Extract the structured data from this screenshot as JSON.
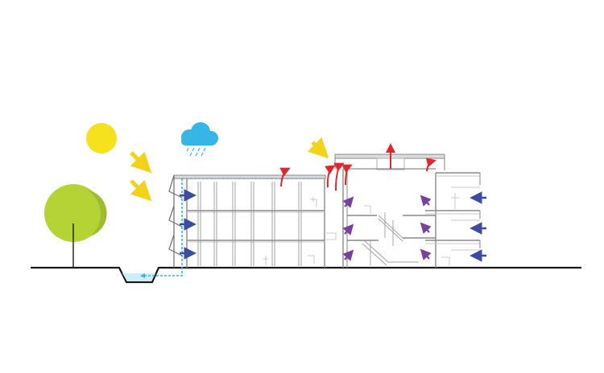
{
  "diagram": {
    "colors": {
      "background": "#ffffff",
      "ground_line": "#1a1a1a",
      "sun": "#f5e21c",
      "sun_rays": "#f3d21a",
      "cloud": "#35b6e6",
      "rain": "#35b6e6",
      "tree_crown": "#b5d334",
      "tree_crown_shade": "#8fae2c",
      "water_pipe": "#35b6e6",
      "basin_water": "#cdeef9",
      "cross_ventilation_arrow": "#3d4ba3",
      "stack_ventilation_arrow": "#7b3fa0",
      "exhaust_arrow": "#e3262c",
      "structure": "#8a8a8a",
      "structure_light": "#c8c8c8"
    },
    "icons": {
      "sun": "sun-icon",
      "cloud": "rain-cloud-icon",
      "tree": "tree-icon",
      "basin": "rainwater-basin-icon"
    },
    "arrow_counts": {
      "solar_rays": 3,
      "cross_ventilation_inflow": 6,
      "stack_ventilation_inflow": 6,
      "exhaust_outflow": 6
    }
  }
}
